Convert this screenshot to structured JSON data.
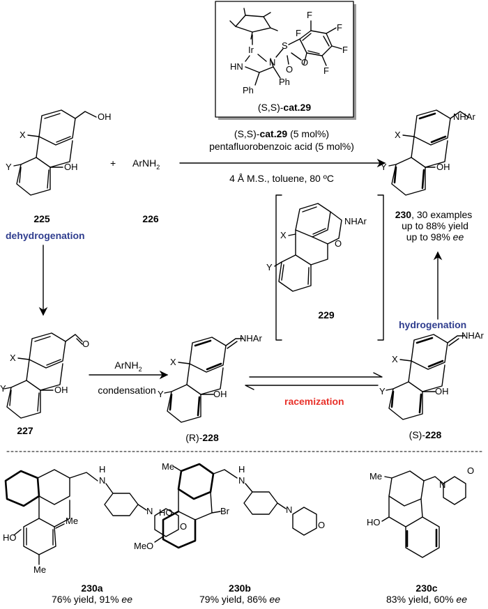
{
  "catalyst": {
    "name_prefix": "(S,S)-",
    "name": "cat.29",
    "atoms": {
      "f1": "F",
      "f2": "F",
      "f3": "F",
      "f4": "F",
      "f5": "F",
      "ir": "Ir",
      "s": "S",
      "o1": "O",
      "o2": "O",
      "n": "N",
      "hn": "HN",
      "ph1": "Ph",
      "ph2": "Ph"
    }
  },
  "reaction": {
    "cond_line1_prefix": "(S,S)-",
    "cond_line1_cat": "cat.29",
    "cond_line1_suffix": " (5 mol%)",
    "cond_line2": "pentafluorobenzoic acid (5 mol%)",
    "cond_line3": "4 Å M.S., toluene, 80 ºC",
    "plus": "+",
    "amine": "ArNH",
    "amine_sub": "2"
  },
  "compounds": {
    "c225": {
      "id": "225",
      "sub": {
        "x": "X",
        "y": "Y",
        "oh1": "OH",
        "oh2": "OH"
      }
    },
    "c226": {
      "id": "226"
    },
    "c230": {
      "id": "230",
      "tail": ", 30 examples",
      "yield": "up to 88% yield",
      "ee_prefix": "up to 98% ",
      "ee": "ee",
      "sub": {
        "x": "X",
        "y": "Y",
        "nh": "NHAr",
        "oh": "OH"
      }
    },
    "c229": {
      "id": "229",
      "sub": {
        "x": "X",
        "y": "Y",
        "nh": "NHAr",
        "o": "O"
      }
    },
    "c227": {
      "id": "227",
      "sub": {
        "x": "X",
        "y": "Y",
        "o": "O",
        "oh": "OH"
      }
    },
    "r228": {
      "prefix": "(R)-",
      "id": "228",
      "sub": {
        "x": "X",
        "y": "Y",
        "nh": "NHAr",
        "oh": "OH"
      }
    },
    "s228": {
      "prefix": "(S)-",
      "id": "228",
      "sub": {
        "x": "X",
        "y": "Y",
        "nh": "NHAr",
        "oh": "OH"
      }
    }
  },
  "steps": {
    "dehydrogenation": "dehydrogenation",
    "hydrogenation": "hydrogenation",
    "racemization": "racemization",
    "condensation_reagent": "ArNH",
    "condensation_reagent_sub": "2",
    "condensation": "condensation"
  },
  "examples": [
    {
      "id": "230a",
      "result": "76% yield, 91% ",
      "ee": "ee",
      "atoms": {
        "nh": "N",
        "h": "H",
        "n": "N",
        "o": "O",
        "ho": "HO",
        "me1": "Me",
        "me2": "Me"
      }
    },
    {
      "id": "230b",
      "result": "79% yield, 86% ",
      "ee": "ee",
      "atoms": {
        "me": "Me",
        "nh": "N",
        "h": "H",
        "ho": "HO",
        "br": "Br",
        "meo": "MeO",
        "n": "N",
        "o": "O"
      }
    },
    {
      "id": "230c",
      "result": "83% yield, 60% ",
      "ee": "ee",
      "atoms": {
        "me": "Me",
        "n": "N",
        "o": "O",
        "ho": "HO"
      }
    }
  ],
  "colors": {
    "step_blue": "#2f3d8e",
    "step_red": "#e8312a",
    "box_shadow": "#9a9a9a"
  }
}
